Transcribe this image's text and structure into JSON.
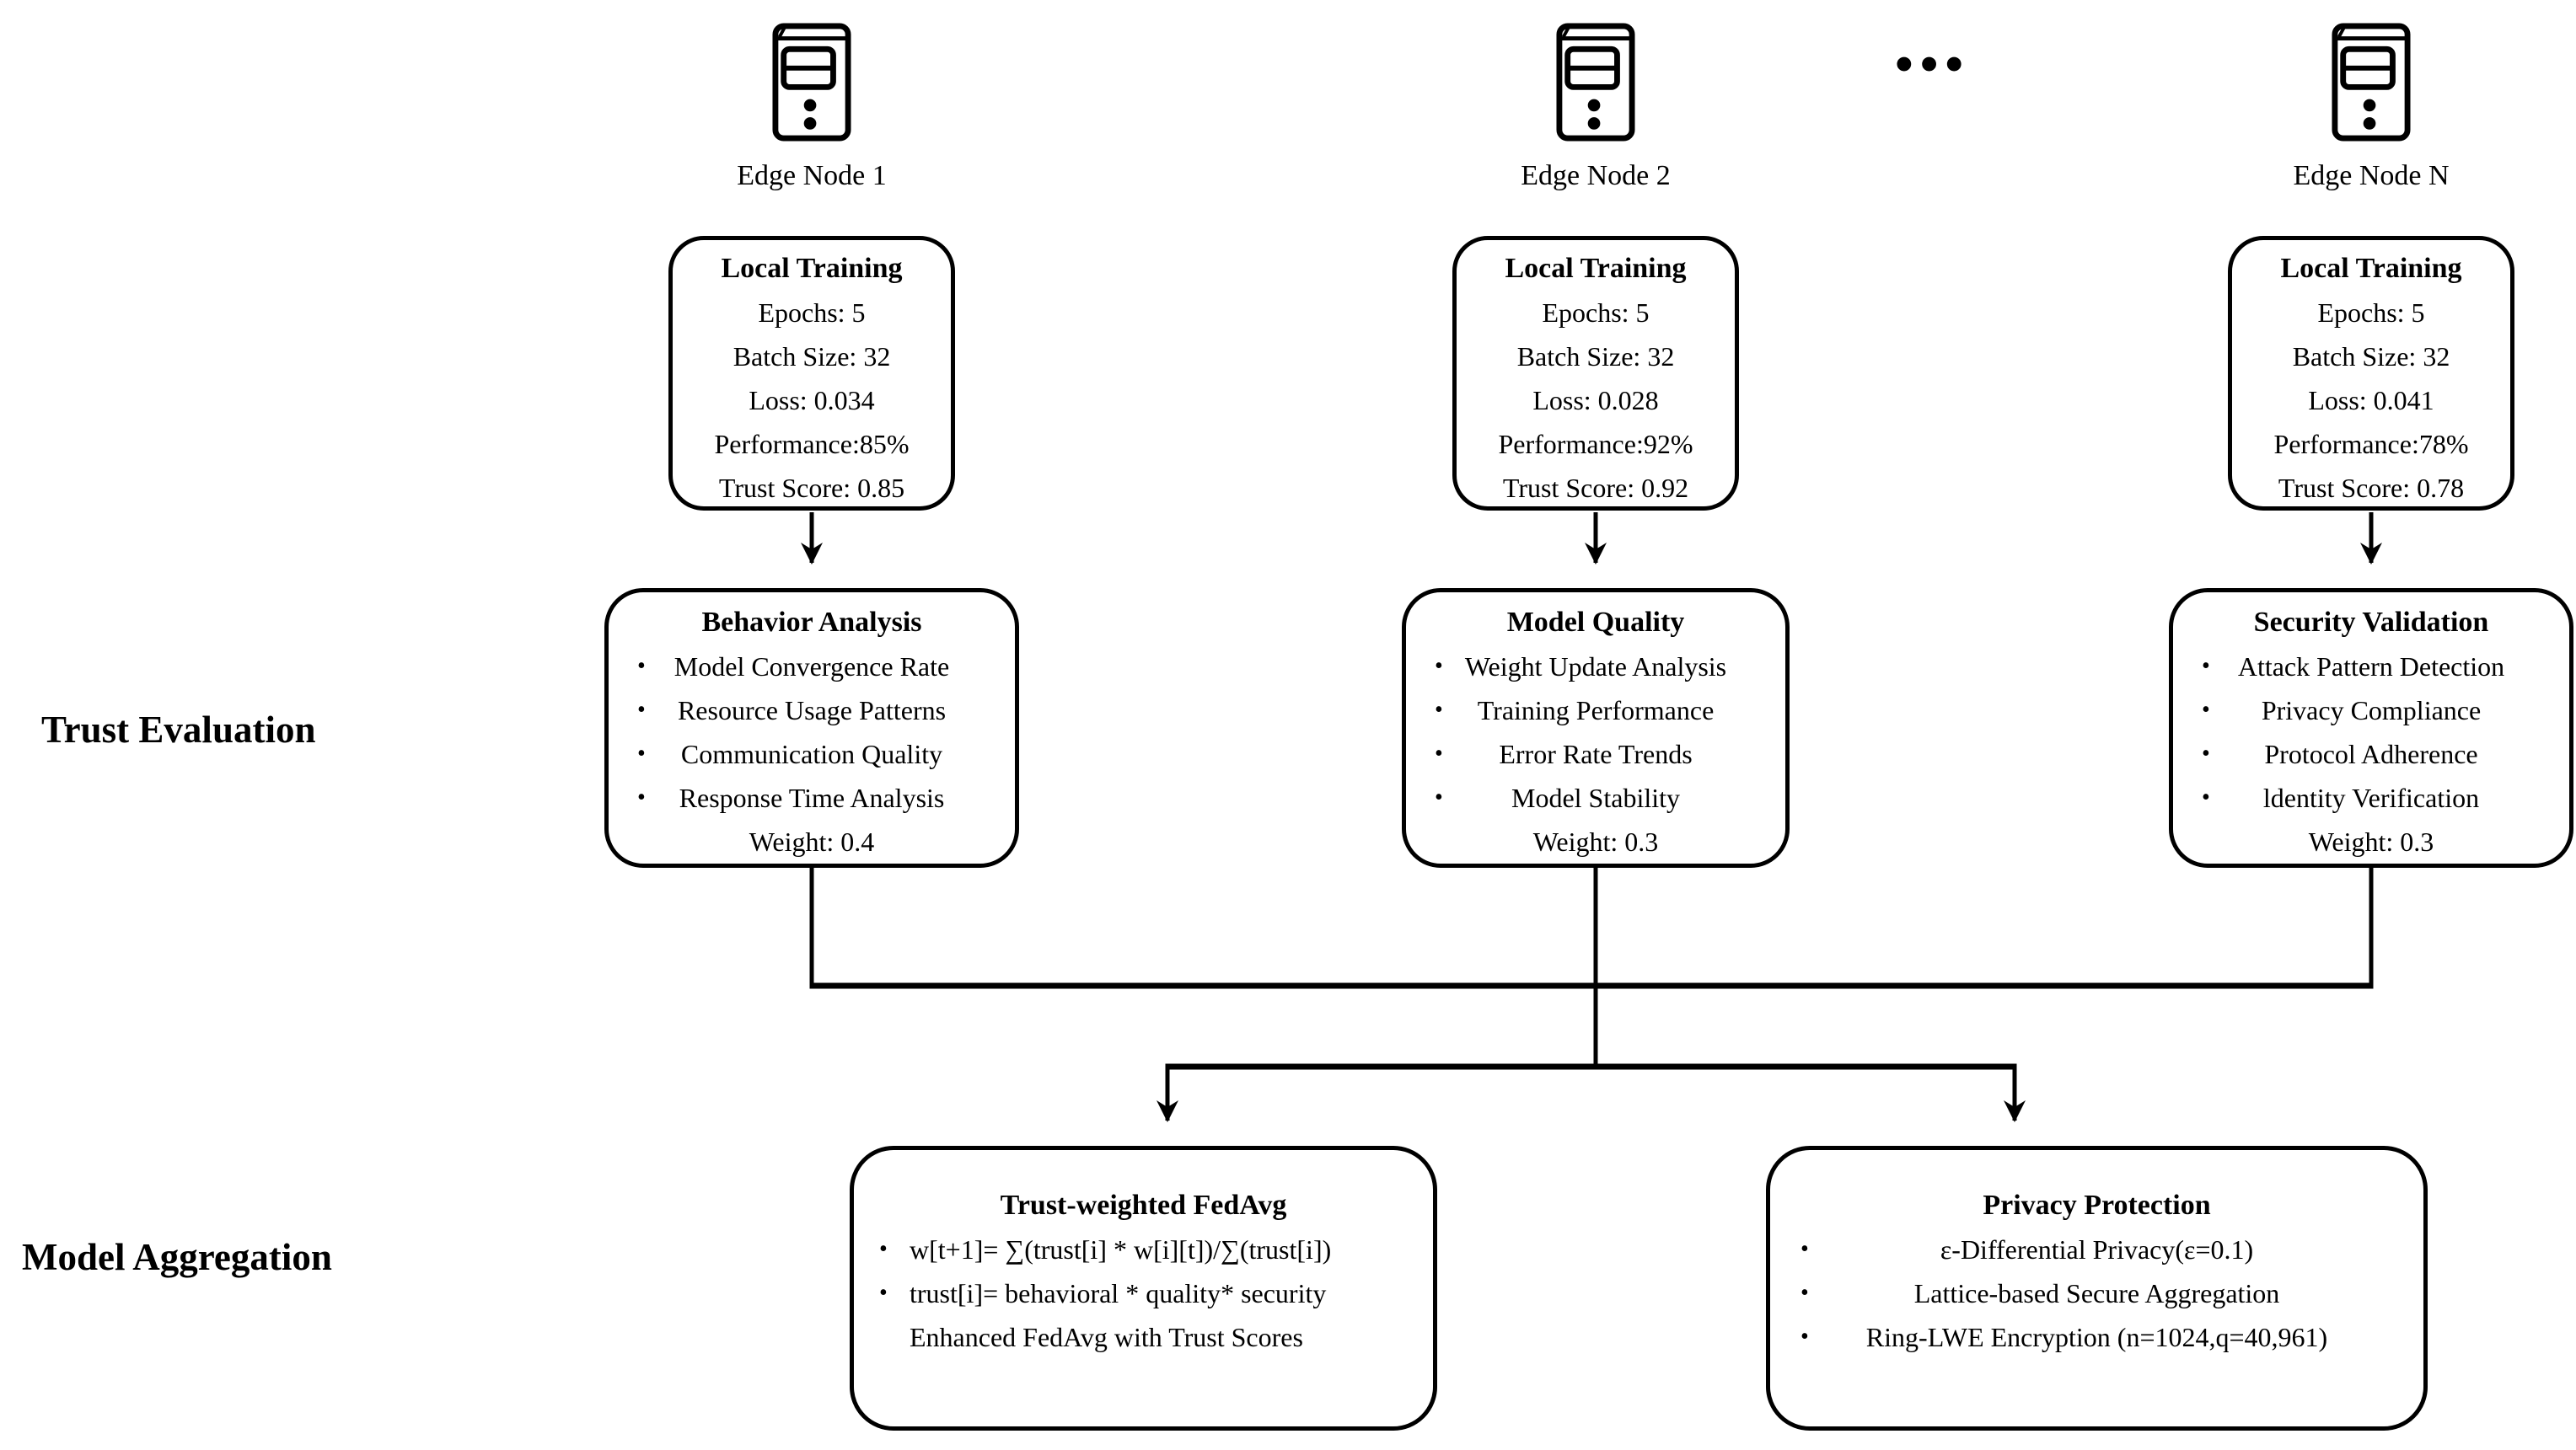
{
  "side_labels": {
    "trust_evaluation": "Trust Evaluation",
    "model_aggregation": "Model Aggregation"
  },
  "ellipsis": "•••",
  "bullet_char": "•",
  "colors": {
    "line": "#000000",
    "background": "#ffffff"
  },
  "columns": [
    {
      "node_label": "Edge Node 1",
      "local_training": {
        "title": "Local Training",
        "lines": [
          "Epochs: 5",
          "Batch Size: 32",
          "Loss: 0.034",
          "Performance:85%",
          "Trust Score: 0.85"
        ]
      },
      "trust_box": {
        "title": "Behavior Analysis",
        "bullets": [
          "Model Convergence Rate",
          "Resource Usage Patterns",
          "Communication Quality",
          "Response Time Analysis"
        ],
        "weight": "Weight: 0.4"
      }
    },
    {
      "node_label": "Edge Node 2",
      "local_training": {
        "title": "Local Training",
        "lines": [
          "Epochs: 5",
          "Batch Size: 32",
          "Loss: 0.028",
          "Performance:92%",
          "Trust Score: 0.92"
        ]
      },
      "trust_box": {
        "title": "Model Quality",
        "bullets": [
          "Weight Update Analysis",
          "Training Performance",
          "Error Rate Trends",
          "Model Stability"
        ],
        "weight": "Weight: 0.3"
      }
    },
    {
      "node_label": "Edge Node N",
      "local_training": {
        "title": "Local Training",
        "lines": [
          "Epochs: 5",
          "Batch Size: 32",
          "Loss: 0.041",
          "Performance:78%",
          "Trust Score: 0.78"
        ]
      },
      "trust_box": {
        "title": "Security Validation",
        "bullets": [
          "Attack Pattern Detection",
          "Privacy Compliance",
          "Protocol Adherence",
          "ldentity Verification"
        ],
        "weight": "Weight: 0.3"
      }
    }
  ],
  "aggregation_boxes": [
    {
      "title": "Trust-weighted FedAvg",
      "bullets": [
        "w[t+1]= ∑(trust[i] * w[i][t])/∑(trust[i])",
        "trust[i]= behavioral * quality* security"
      ],
      "footer": "Enhanced FedAvg with Trust Scores"
    },
    {
      "title": "Privacy Protection",
      "bullets": [
        "ε-Differential Privacy(ε=0.1)",
        "Lattice-based Secure Aggregation",
        "Ring-LWE Encryption (n=1024,q=40,961)"
      ]
    }
  ]
}
